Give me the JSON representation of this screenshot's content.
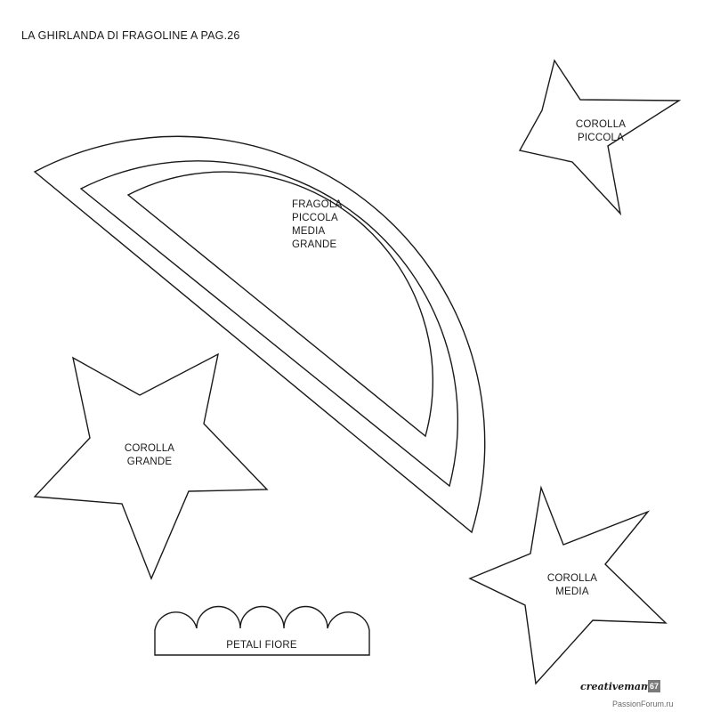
{
  "title": "LA GHIRLANDA DI FRAGOLINE A PAG.26",
  "fragola": {
    "lines": [
      "FRAGOLA",
      "PICCOLA",
      "MEDIA",
      "GRANDE"
    ]
  },
  "corolla_piccola": {
    "lines": [
      "COROLLA",
      "PICCOLA"
    ]
  },
  "corolla_grande": {
    "lines": [
      "COROLLA",
      "GRANDE"
    ]
  },
  "corolla_media": {
    "lines": [
      "COROLLA",
      "MEDIA"
    ]
  },
  "petali": {
    "label": "PETALI FIORE"
  },
  "footer": {
    "brand": "creativemamy",
    "page_number": "67",
    "watermark": "PassionForum.ru"
  },
  "colors": {
    "line": "#1a1a1a",
    "background": "#ffffff",
    "page_badge": "#7a7a7a"
  }
}
